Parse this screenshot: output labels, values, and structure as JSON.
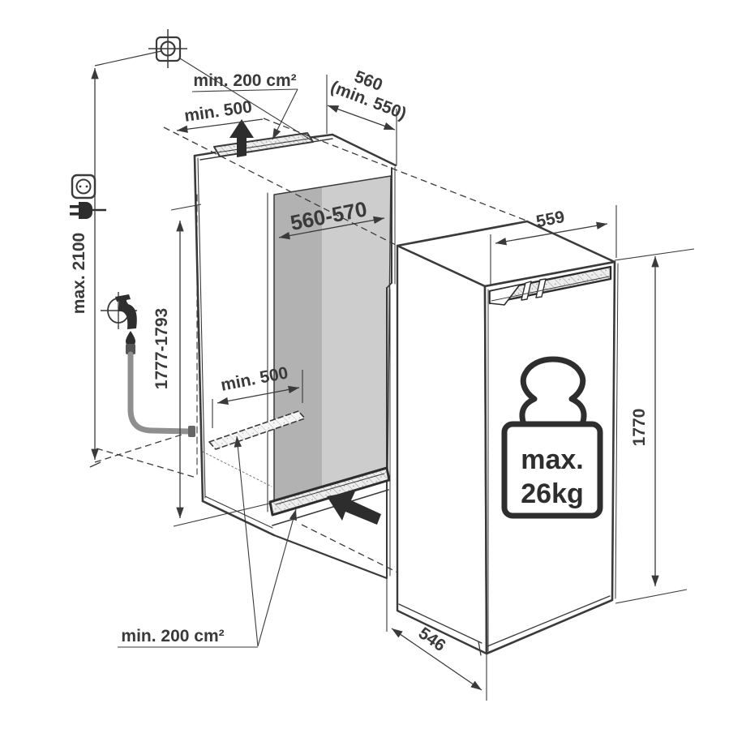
{
  "diagram": {
    "type": "appliance-installation-drawing",
    "labels": {
      "top_vent_area": "min. 200 cm²",
      "top_clearance": "min. 500",
      "niche_depth": "560",
      "niche_depth_min": "(min. 550)",
      "niche_width": "560-570",
      "ceiling_height": "max. 2100",
      "niche_height": "1777-1793",
      "base_depth": "min. 500",
      "appliance_width": "559",
      "appliance_height": "1770",
      "appliance_depth": "546",
      "bottom_vent_area": "min. 200 cm²",
      "door_weight_line1": "max.",
      "door_weight_line2": "26kg"
    },
    "icons": [
      "ceiling-fixing-point-icon",
      "power-socket-icon",
      "power-plug-icon",
      "water-tap-icon",
      "water-hose",
      "airflow-up-arrow-icon",
      "airflow-bottom-arrow-icon",
      "door-weight-icon"
    ],
    "colors": {
      "line": "#3a3a3a",
      "interior_wall_dark": "#b2b2b2",
      "interior_wall_mid": "#c6c6c6",
      "interior_wall_light": "#cfcfcf",
      "hose": "#8f8f8f",
      "vent_hatch_bg": "#ededed",
      "background": "#ffffff"
    }
  }
}
